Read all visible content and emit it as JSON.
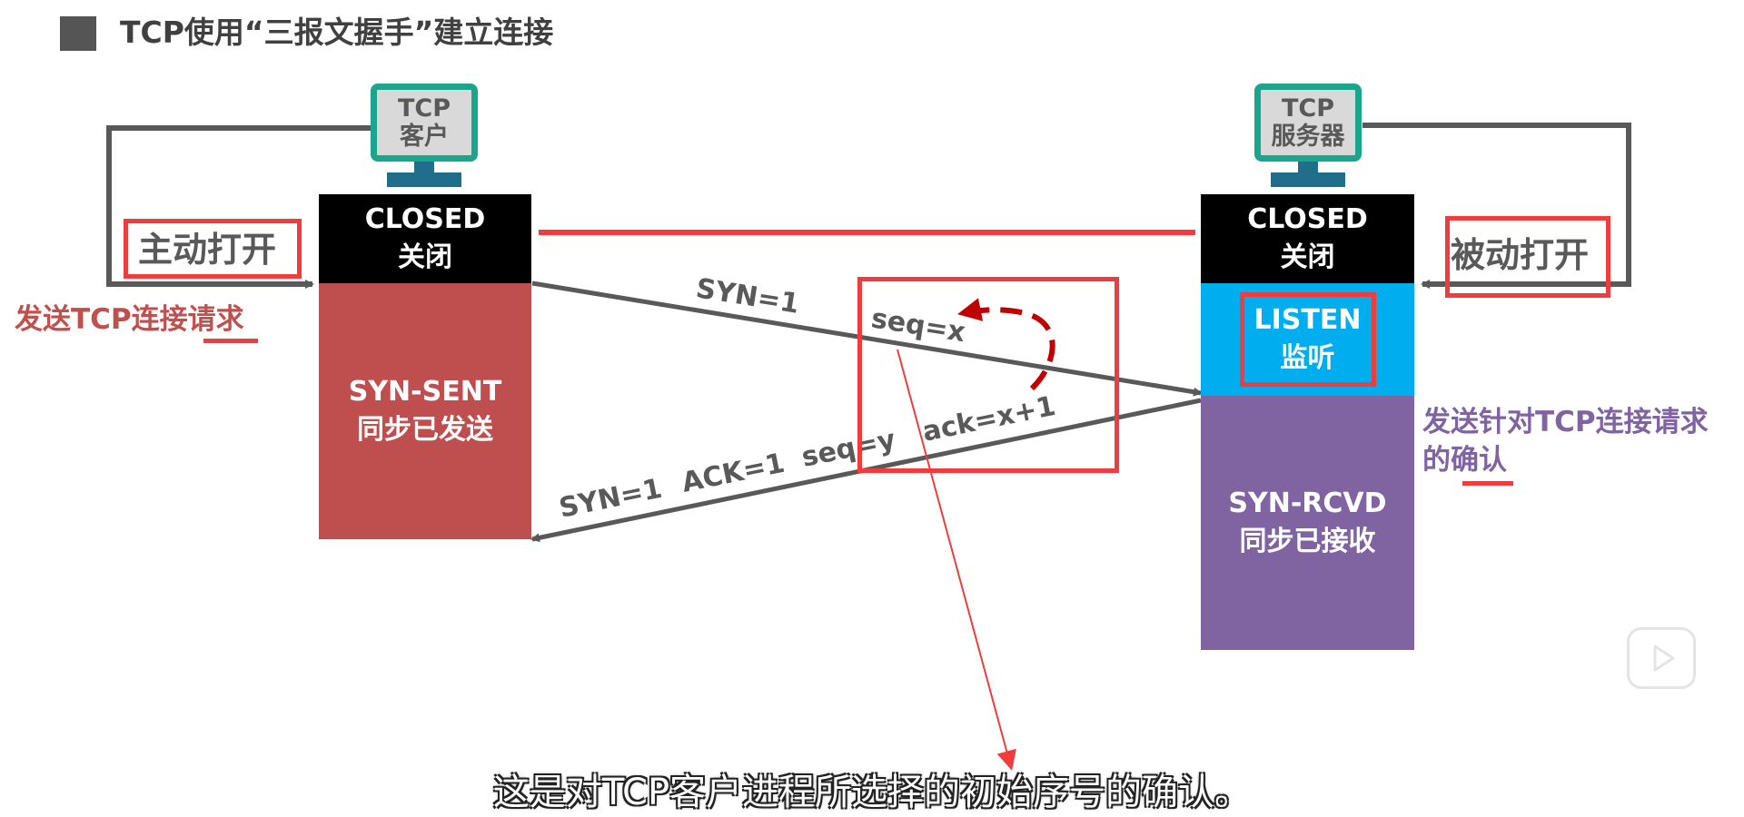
{
  "header": {
    "title": "TCP使用“三报文握手”建立连接"
  },
  "client": {
    "computer_line1": "TCP",
    "computer_line2": "客户",
    "closed_en": "CLOSED",
    "closed_cn": "关闭",
    "syn_sent_en": "SYN-SENT",
    "syn_sent_cn": "同步已发送",
    "open_label": "主动打开",
    "request_label": "发送TCP连接请求"
  },
  "server": {
    "computer_line1": "TCP",
    "computer_line2": "服务器",
    "closed_en": "CLOSED",
    "closed_cn": "关闭",
    "listen_en": "LISTEN",
    "listen_cn": "监听",
    "syn_rcvd_en": "SYN-RCVD",
    "syn_rcvd_cn": "同步已接收",
    "open_label": "被动打开",
    "ack_label_line1": "发送针对TCP连接请求",
    "ack_label_line2": "的确认"
  },
  "segments": {
    "syn1_syn": "SYN=1",
    "syn1_seq": "seq=x",
    "syn2_syn": "SYN=1",
    "syn2_ack_flag": "ACK=1",
    "syn2_seq": "seq=y",
    "syn2_ack_num": "ack=x+1"
  },
  "subtitle": "这是对TCP客户进程所选择的初始序号的确认。",
  "colors": {
    "accent_red": "#f03c3c",
    "closed": "#000000",
    "syn_sent": "#be4f4e",
    "listen": "#00aeef",
    "syn_rcvd": "#8064a2",
    "computer_border": "#1aa58c"
  },
  "icons": {
    "play": "play-icon",
    "computer": "computer-icon"
  }
}
